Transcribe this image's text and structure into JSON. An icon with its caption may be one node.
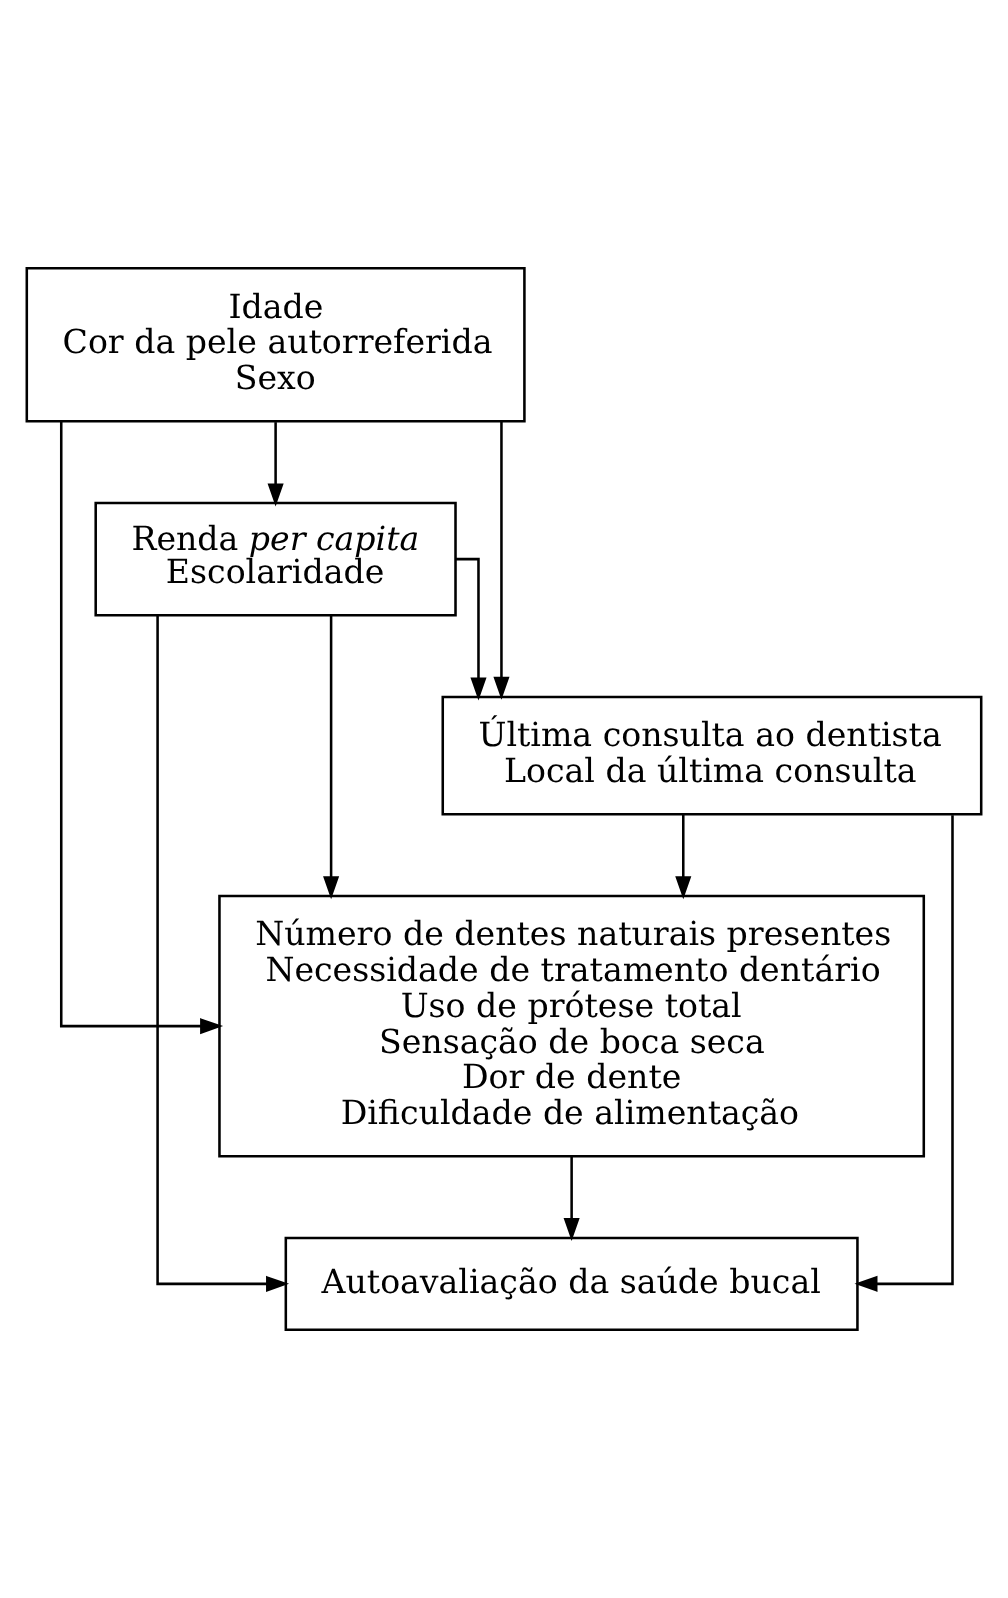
{
  "diagram": {
    "nodes": [
      {
        "text": [
          "Idade",
          "Cor da pele autorreferida",
          "Sexo"
        ]
      },
      {
        "text": [
          "Renda *per capita*",
          "Escolaridade"
        ]
      },
      {
        "text": [
          "Última consulta ao dentista",
          "Local da última consulta"
        ]
      },
      {
        "text": [
          "Número de dentes naturais presentes",
          "Necessidade de tratamento dentário",
          "Uso de prótese total",
          "Sensação de boca seca",
          "Dor de dente",
          "Dificuldade de alimentação"
        ]
      },
      {
        "text": [
          "Autoavaliação da saúde bucal"
        ]
      }
    ],
    "edges": [
      {
        "from": 0,
        "to": 1,
        "arrow": "to"
      },
      {
        "from": 0,
        "to": 3,
        "arrow": "to"
      },
      {
        "from": 0,
        "to": 2,
        "arrow": "to"
      },
      {
        "from": 1,
        "to": 2,
        "arrow": "to"
      },
      {
        "from": 1,
        "to": 3,
        "arrow": "to"
      },
      {
        "from": 1,
        "to": 4,
        "arrow": "to"
      },
      {
        "from": 2,
        "to": 3,
        "arrow": "to"
      },
      {
        "from": 2,
        "to": 4,
        "arrow": "to"
      },
      {
        "from": 3,
        "to": 4,
        "arrow": "to"
      }
    ]
  }
}
